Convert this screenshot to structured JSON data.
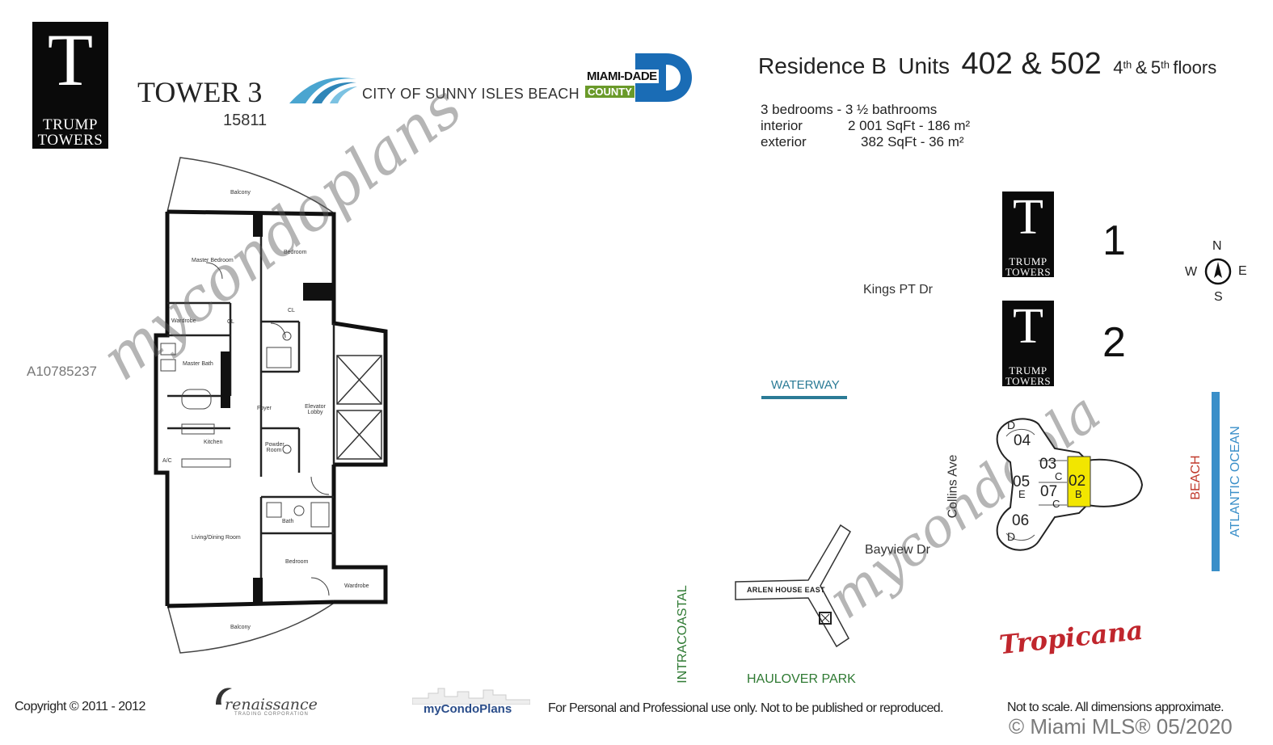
{
  "header": {
    "logo_letter": "T",
    "logo_line1": "TRUMP",
    "logo_line2": "TOWERS",
    "tower_name": "TOWER 3",
    "tower_number": "15811",
    "city_name": "CITY OF SUNNY ISLES BEACH",
    "county_line1": "MIAMI-DADE",
    "county_line2": "COUNTY",
    "residence_label": "Residence B",
    "units_label": "Units",
    "units_value": "402 & 502",
    "floors_4": "4",
    "floors_th1": "th",
    "floors_amp": "&",
    "floors_5": "5",
    "floors_th2": "th",
    "floors_word": "floors"
  },
  "stats": {
    "bedrooms_bathrooms": "3 bedrooms - 3 ½ bathrooms",
    "interior_label": "interior",
    "interior_value": "2 001 SqFt - 186 m²",
    "exterior_label": "exterior",
    "exterior_value": "382 SqFt -   36 m²"
  },
  "floorplan": {
    "rooms": {
      "balcony_top": "Balcony",
      "master_bedroom": "Master Bedroom",
      "bedroom_top": "Bedroom",
      "wardrobe_left": "Wardrobe",
      "cl_1": "CL",
      "cl_2": "CL",
      "master_bath": "Master Bath",
      "foyer": "Foyer",
      "elevator_lobby": "Elevator Lobby",
      "kitchen": "Kitchen",
      "powder_room": "Powder Room",
      "ac": "A/C",
      "living_dining": "Living/Dining Room",
      "bath": "Bath",
      "bedroom_bottom": "Bedroom",
      "wardrobe_right": "Wardrobe",
      "balcony_bottom": "Balcony"
    }
  },
  "mls_id": "A10785237",
  "sitemap": {
    "tower1_number": "1",
    "tower2_number": "2",
    "compass_n": "N",
    "compass_s": "S",
    "compass_e": "E",
    "compass_w": "W",
    "kings_pt": "Kings PT Dr",
    "waterway": "WATERWAY",
    "collins_ave": "Collins Ave",
    "bayview": "Bayview Dr",
    "arlen_house": "ARLEN HOUSE EAST",
    "intracoastal": "INTRACOASTAL",
    "haulover": "HAULOVER PARK",
    "beach": "BEACH",
    "atlantic": "ATLANTIC OCEAN",
    "tropicana": "Tropicana",
    "units": {
      "u04": "04",
      "u04_type": "D",
      "u03": "03",
      "u03_type": "C",
      "u05": "05",
      "u05_type": "E",
      "u07": "07",
      "u07_type": "C",
      "u02": "02",
      "u02_type": "B",
      "u06": "06",
      "u06_type": "D"
    },
    "highlight_color": "#f2e600"
  },
  "footer": {
    "copyright": "Copyright © 2011 - 2012",
    "renaissance": "renaissance",
    "renaissance_sub": "TRADING CORPORATION",
    "mycondoplans": "myCondoPlans",
    "personal_use": "For Personal and Professional use only.  Not to be published or reproduced.",
    "not_to_scale": "Not to scale.  All dimensions approximate.",
    "mls_stamp": "© Miami MLS® 05/2020"
  },
  "watermarks": {
    "text1": "mycondoplans",
    "text2": "mycondopla"
  },
  "colors": {
    "water_blue": "#3a8fc9",
    "waterway_teal": "#2b7b96",
    "green_text": "#2f7a33",
    "beach_red": "#c0392b",
    "tropicana_red": "#c0262d",
    "county_blue": "#1a6cb5",
    "county_green": "#6a9a2a"
  }
}
